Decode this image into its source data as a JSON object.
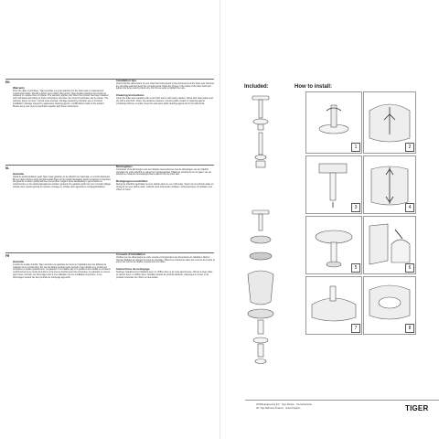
{
  "left": {
    "sections": [
      {
        "lang": "EN",
        "col1_heading": "Warranty",
        "col1_body": "From the date of purchase, Tiger provides a 2-year warranty for the toilet seat on material and construction faults. Should a defect occur within this period, Tiger decides whether the product is replaced or repaired free of charge. The warranty applies only when the product has been installed and maintained according to these instructions and when the proof of purchase can be shown. The warranty does not cover: normal wear and tear; damage caused by improper use or incorrect installation; damage caused by aggressive cleaning agents; modifications made to the product. Please keep your proof of purchase together with these instructions.",
        "col2_heading": "Installation tips",
        "col2_body": "Check that the dimensions of your toilet bowl correspond to the dimensions of the toilet seat. Remove the old toilet seat and clean the mounting area. Place the hinges in the holes of the toilet bowl and tighten the fixing nuts by hand only. Do not use tools to tighten the nuts.",
        "col2_heading_b": "Cleaning instructions",
        "col2_body_b": "Clean the toilet seat regularly with a soft cloth and a mild soapy solution. Rinse with clean water and dry with a soft cloth. Never use abrasive cleaners, scouring pads, bleach or cleaning agents containing chlorine or acids. Keep the seat open while cleaning agents act in the toilet bowl."
      },
      {
        "lang": "NL",
        "col1_heading": "Garantie",
        "col1_body": "Vanaf de aankoopdatum geeft Tiger 2 jaar garantie op de toiletbril op materiaal- en constructiefouten. Bij een defect binnen deze periode beslist Tiger of het product kosteloos wordt vervangen of hersteld. De garantie is alleen geldig wanneer het product volgens deze handleiding is gemonteerd en onderhouden en het aankoopbewijs kan worden getoond. De garantie geldt niet voor normale slijtage, schade door onjuist gebruik of onjuiste montage en schade door agressieve reinigingsmiddelen.",
        "col2_heading": "Montagetips",
        "col2_body": "Controleer of de afmetingen van uw toiletpot overeenkomen met de afmetingen van de toiletbril. Verwijder de oude toiletbril en reinig het montagegebied. Plaats de scharnieren in de gaten van de toiletpot en draai de bevestigingsmoeren alleen met de hand vast.",
        "col2_heading_b": "Reinigingsvoorschriften",
        "col2_body_b": "Reinig de toiletbril regelmatig met een zachte doek en een mild sopje. Spoel na met schoon water en droog af met een zachte doek. Gebruik nooit schurende middelen, schuursponsjes of middelen met chloor of zuren."
      },
      {
        "lang": "FR",
        "col1_heading": "Garantie",
        "col1_body": "À partir de la date d'achat, Tiger accorde une garantie de 2 ans sur l'abattant pour les défauts de matériau et de construction. En cas de défaut pendant cette période, Tiger décide si le produit est remplacé ou réparé gratuitement. La garantie n'est valable que si le produit a été installé et entretenu conformément à ce mode d'emploi et si la preuve d'achat peut être présentée. La garantie ne couvre pas l'usure normale, les dommages dus à une utilisation ou une installation incorrecte, ni les dommages causés par des produits de nettoyage agressifs.",
        "col2_heading": "Conseils d'installation",
        "col2_body": "Vérifiez que les dimensions de votre cuvette correspondent aux dimensions de l'abattant. Retirez l'ancien abattant et nettoyez la zone de montage. Placez les charnières dans les trous de la cuvette et serrez les écrous de fixation uniquement à la main.",
        "col2_heading_b": "Instructions de nettoyage",
        "col2_body_b": "Nettoyez régulièrement l'abattant avec un chiffon doux et de l'eau savonneuse. Rincez à l'eau claire et séchez avec un chiffon doux. N'utilisez jamais de produits abrasifs, d'éponges à récurer ni de produits contenant du chlore ou des acides."
      }
    ]
  },
  "right": {
    "included_title": "Included:",
    "how_title": "How to install:",
    "steps": [
      "1",
      "2",
      "3",
      "4",
      "5",
      "6",
      "7",
      "8"
    ],
    "logo": "TIGER",
    "footer_line_1": "COSMA Engineering B.V. · Tiger Division · The Netherlands",
    "footer_line_2": "UK: Tiger Bathroom Products · United Kingdom"
  }
}
